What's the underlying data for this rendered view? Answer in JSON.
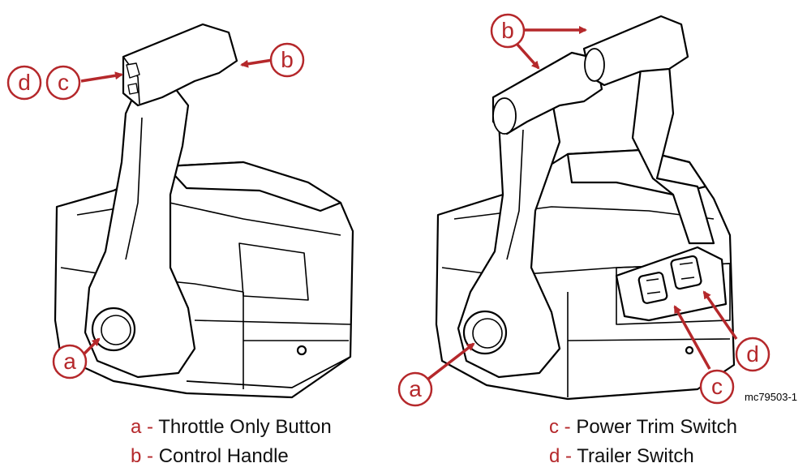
{
  "callout_letters": {
    "a": "a",
    "b": "b",
    "c": "c",
    "d": "d"
  },
  "figure_id": "mc79503-1",
  "legend": [
    {
      "letter": "a",
      "sep": " - ",
      "text": "Throttle Only Button"
    },
    {
      "letter": "b",
      "sep": " - ",
      "text": "Control Handle"
    },
    {
      "letter": "c",
      "sep": " - ",
      "text": "Power Trim Switch"
    },
    {
      "letter": "d",
      "sep": " - ",
      "text": "Trailer Switch"
    }
  ],
  "colors": {
    "callout": "#b5282b",
    "line": "#000000"
  }
}
